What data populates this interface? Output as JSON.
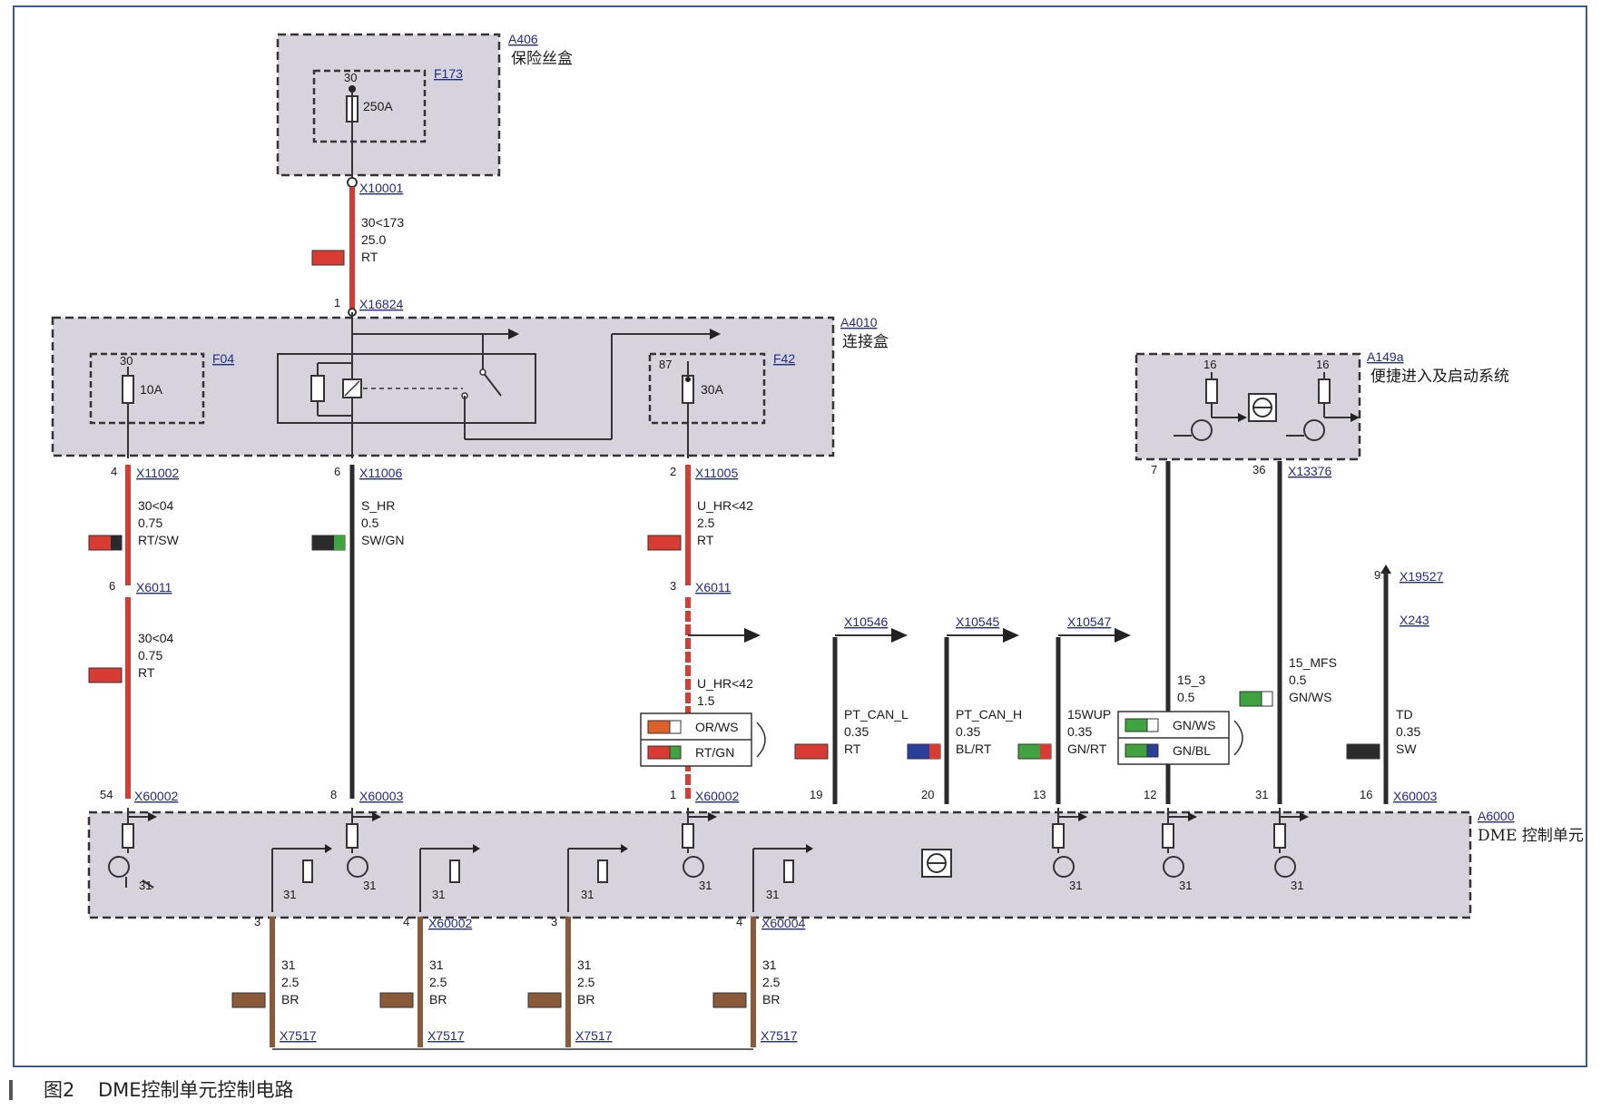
{
  "colors": {
    "RT": "#d93a32",
    "SW": "#2b2b2b",
    "GN": "#3fa33f",
    "BL": "#2a3f9c",
    "WS": "#ffffff",
    "BR": "#8a5a3a",
    "OR": "#e0602a",
    "module_fill": "#d7d3dc",
    "frame": "#3b5a8c",
    "connector_text": "#1f2a8a"
  },
  "modules": {
    "a406": {
      "id": "A406",
      "name": "保险丝盒"
    },
    "a4010": {
      "id": "A4010",
      "name": "连接盒"
    },
    "a149a": {
      "id": "A149a",
      "name": "便捷进入及启动系统"
    },
    "a6000": {
      "id": "A6000",
      "name": "DME 控制单元"
    }
  },
  "fuses": {
    "f173": {
      "id": "F173",
      "pin": "30",
      "rating": "250A"
    },
    "f04": {
      "id": "F04",
      "pin": "30",
      "rating": "10A"
    },
    "f42": {
      "id": "F42",
      "pin": "87",
      "rating": "30A"
    }
  },
  "a149a_pins": [
    "16",
    "16"
  ],
  "wires": {
    "main": {
      "from": "X10001",
      "pin": "1",
      "to": "X16824",
      "circuit": "30<173",
      "size": "25.0",
      "color": "RT"
    },
    "w1a": {
      "pin_top": "4",
      "conn_top": "X11002",
      "circuit": "30<04",
      "size": "0.75",
      "color": "RT/SW"
    },
    "w1b": {
      "pin_top": "6",
      "conn_top": "X6011",
      "circuit": "30<04",
      "size": "0.75",
      "color": "RT",
      "pin_bottom": "54",
      "conn_bottom": "X60002"
    },
    "w2": {
      "pin_top": "6",
      "conn_top": "X11006",
      "circuit": "S_HR",
      "size": "0.5",
      "color": "SW/GN",
      "pin_bottom": "8",
      "conn_bottom": "X60003"
    },
    "w3a": {
      "pin_top": "2",
      "conn_top": "X11005",
      "circuit": "U_HR<42",
      "size": "2.5",
      "color": "RT"
    },
    "w3b": {
      "pin_top": "3",
      "conn_top": "X6011",
      "circuit": "U_HR<42",
      "size": "1.5",
      "alt_colors": [
        "OR/WS",
        "RT/GN"
      ],
      "pin_bottom": "1",
      "conn_bottom": "X60002"
    },
    "w4": {
      "conn_top": "X10546",
      "circuit": "PT_CAN_L",
      "size": "0.35",
      "color": "RT",
      "pin_bottom": "19"
    },
    "w5": {
      "conn_top": "X10545",
      "circuit": "PT_CAN_H",
      "size": "0.35",
      "color": "BL/RT",
      "pin_bottom": "20"
    },
    "w6": {
      "conn_top": "X10547",
      "circuit": "15WUP",
      "size": "0.35",
      "color": "GN/RT",
      "pin_bottom": "13"
    },
    "w7": {
      "pin_top": "7",
      "circuit": "15_3",
      "size": "0.5",
      "alt_colors": [
        "GN/WS",
        "GN/BL"
      ],
      "pin_bottom": "12"
    },
    "w8": {
      "pin_top": "36",
      "conn_top": "X13376",
      "circuit": "15_MFS",
      "size": "0.5",
      "color": "GN/WS",
      "pin_bottom": "31"
    },
    "w9": {
      "pin_top": "9",
      "conn_top": "X19527",
      "conn_mid": "X243",
      "circuit": "TD",
      "size": "0.35",
      "color": "SW",
      "pin_bottom": "16",
      "conn_bottom": "X60003"
    }
  },
  "grounds": [
    {
      "pin": "3",
      "conn": "",
      "circuit": "31",
      "size": "2.5",
      "color": "BR",
      "end": "X7517"
    },
    {
      "pin": "4",
      "conn": "X60002",
      "circuit": "31",
      "size": "2.5",
      "color": "BR",
      "end": "X7517"
    },
    {
      "pin": "3",
      "conn": "",
      "circuit": "31",
      "size": "2.5",
      "color": "BR",
      "end": "X7517"
    },
    {
      "pin": "4",
      "conn": "X60004",
      "circuit": "31",
      "size": "2.5",
      "color": "BR",
      "end": "X7517"
    }
  ],
  "ground_label": "31",
  "caption": {
    "number": "图2",
    "text": "DME控制单元控制电路"
  }
}
